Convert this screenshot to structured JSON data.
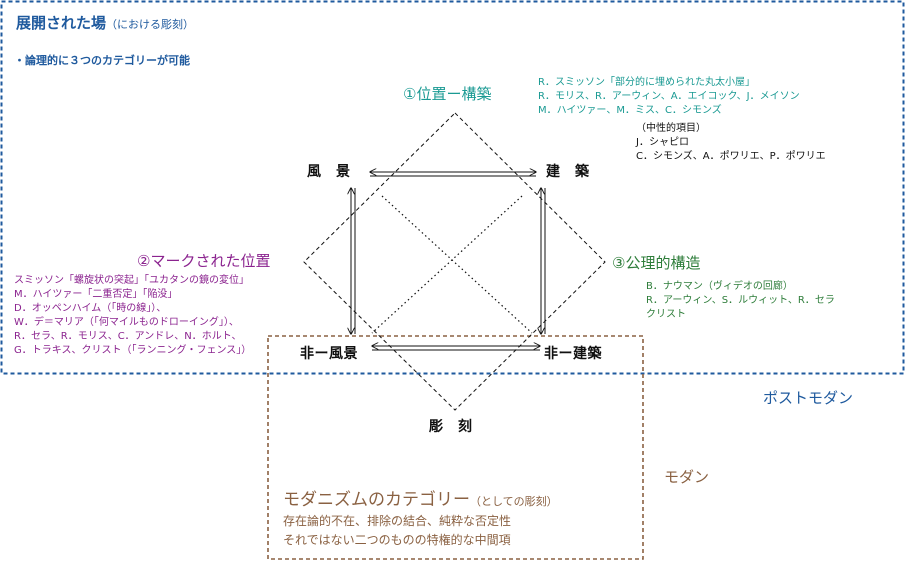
{
  "postmodern_box": {
    "title": "展開された場",
    "title_suffix": "（における彫刻）",
    "bullet": "・論理的に３つのカテゴリーが可能",
    "label": "ポストモダン",
    "color": "#1f5a9e"
  },
  "modern_box": {
    "label": "モダン",
    "title": "モダニズムのカテゴリー",
    "title_suffix": "（としての彫刻）",
    "lines": [
      "存在論的不在、排除の結合、純粋な否定性",
      "それではない二つのものの特権的な中間項"
    ],
    "color": "#8a6142"
  },
  "nodes": {
    "landscape": "風　景",
    "architecture": "建　築",
    "not_landscape": "非ー風景",
    "not_architecture": "非ー建築",
    "sculpture": "彫　刻"
  },
  "regions": {
    "site_construction": {
      "label": "①位置ー構築",
      "color": "#1a9a93",
      "artists": [
        "R．スミッソン「部分的に埋められた丸太小屋」",
        "R．モリス、R．アーウィン、A．エイコック、J．メイソン",
        "M．ハイツァー、M．ミス、C．シモンズ"
      ],
      "neutral_heading": "（中性的項目）",
      "neutral": [
        "J．シャピロ",
        "C．シモンズ、A．ポワリエ、P．ポワリエ"
      ]
    },
    "marked_site": {
      "label": "②マークされた位置",
      "color": "#8b238f",
      "artists": [
        "スミッソン「螺旋状の突起」「ユカタンの鏡の変位」",
        "M．ハイツァー「二重否定」「陥没」",
        "D．オッペンハイム（「時の線」）、",
        "W．デ＝マリア（「何マイルものドローイング」）、",
        "R．セラ、R．モリス、C．アンドレ、N．ホルト、",
        "G．トラキス、クリスト（「ランニング・フェンス」）"
      ]
    },
    "axiomatic": {
      "label": "③公理的構造",
      "color": "#2e7d3a",
      "artists": [
        "B．ナウマン（ヴィデオの回廊）",
        "R．アーウィン、S．ルウィット、R．セラ",
        "クリスト"
      ]
    }
  }
}
